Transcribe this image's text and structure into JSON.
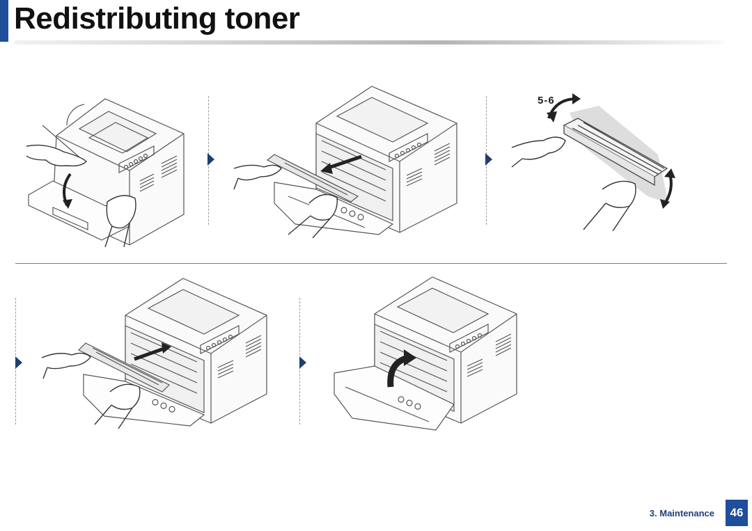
{
  "header": {
    "title": "Redistributing toner"
  },
  "steps": {
    "shake_label": "5-6"
  },
  "footer": {
    "section": "3. Maintenance",
    "page_number": "46"
  },
  "colors": {
    "accent": "#1f4e9a",
    "arrow": "#1f3f73"
  },
  "icons": [
    "step-arrow-icon",
    "curved-arrow-icon",
    "double-arrow-icon",
    "hand-icon"
  ]
}
